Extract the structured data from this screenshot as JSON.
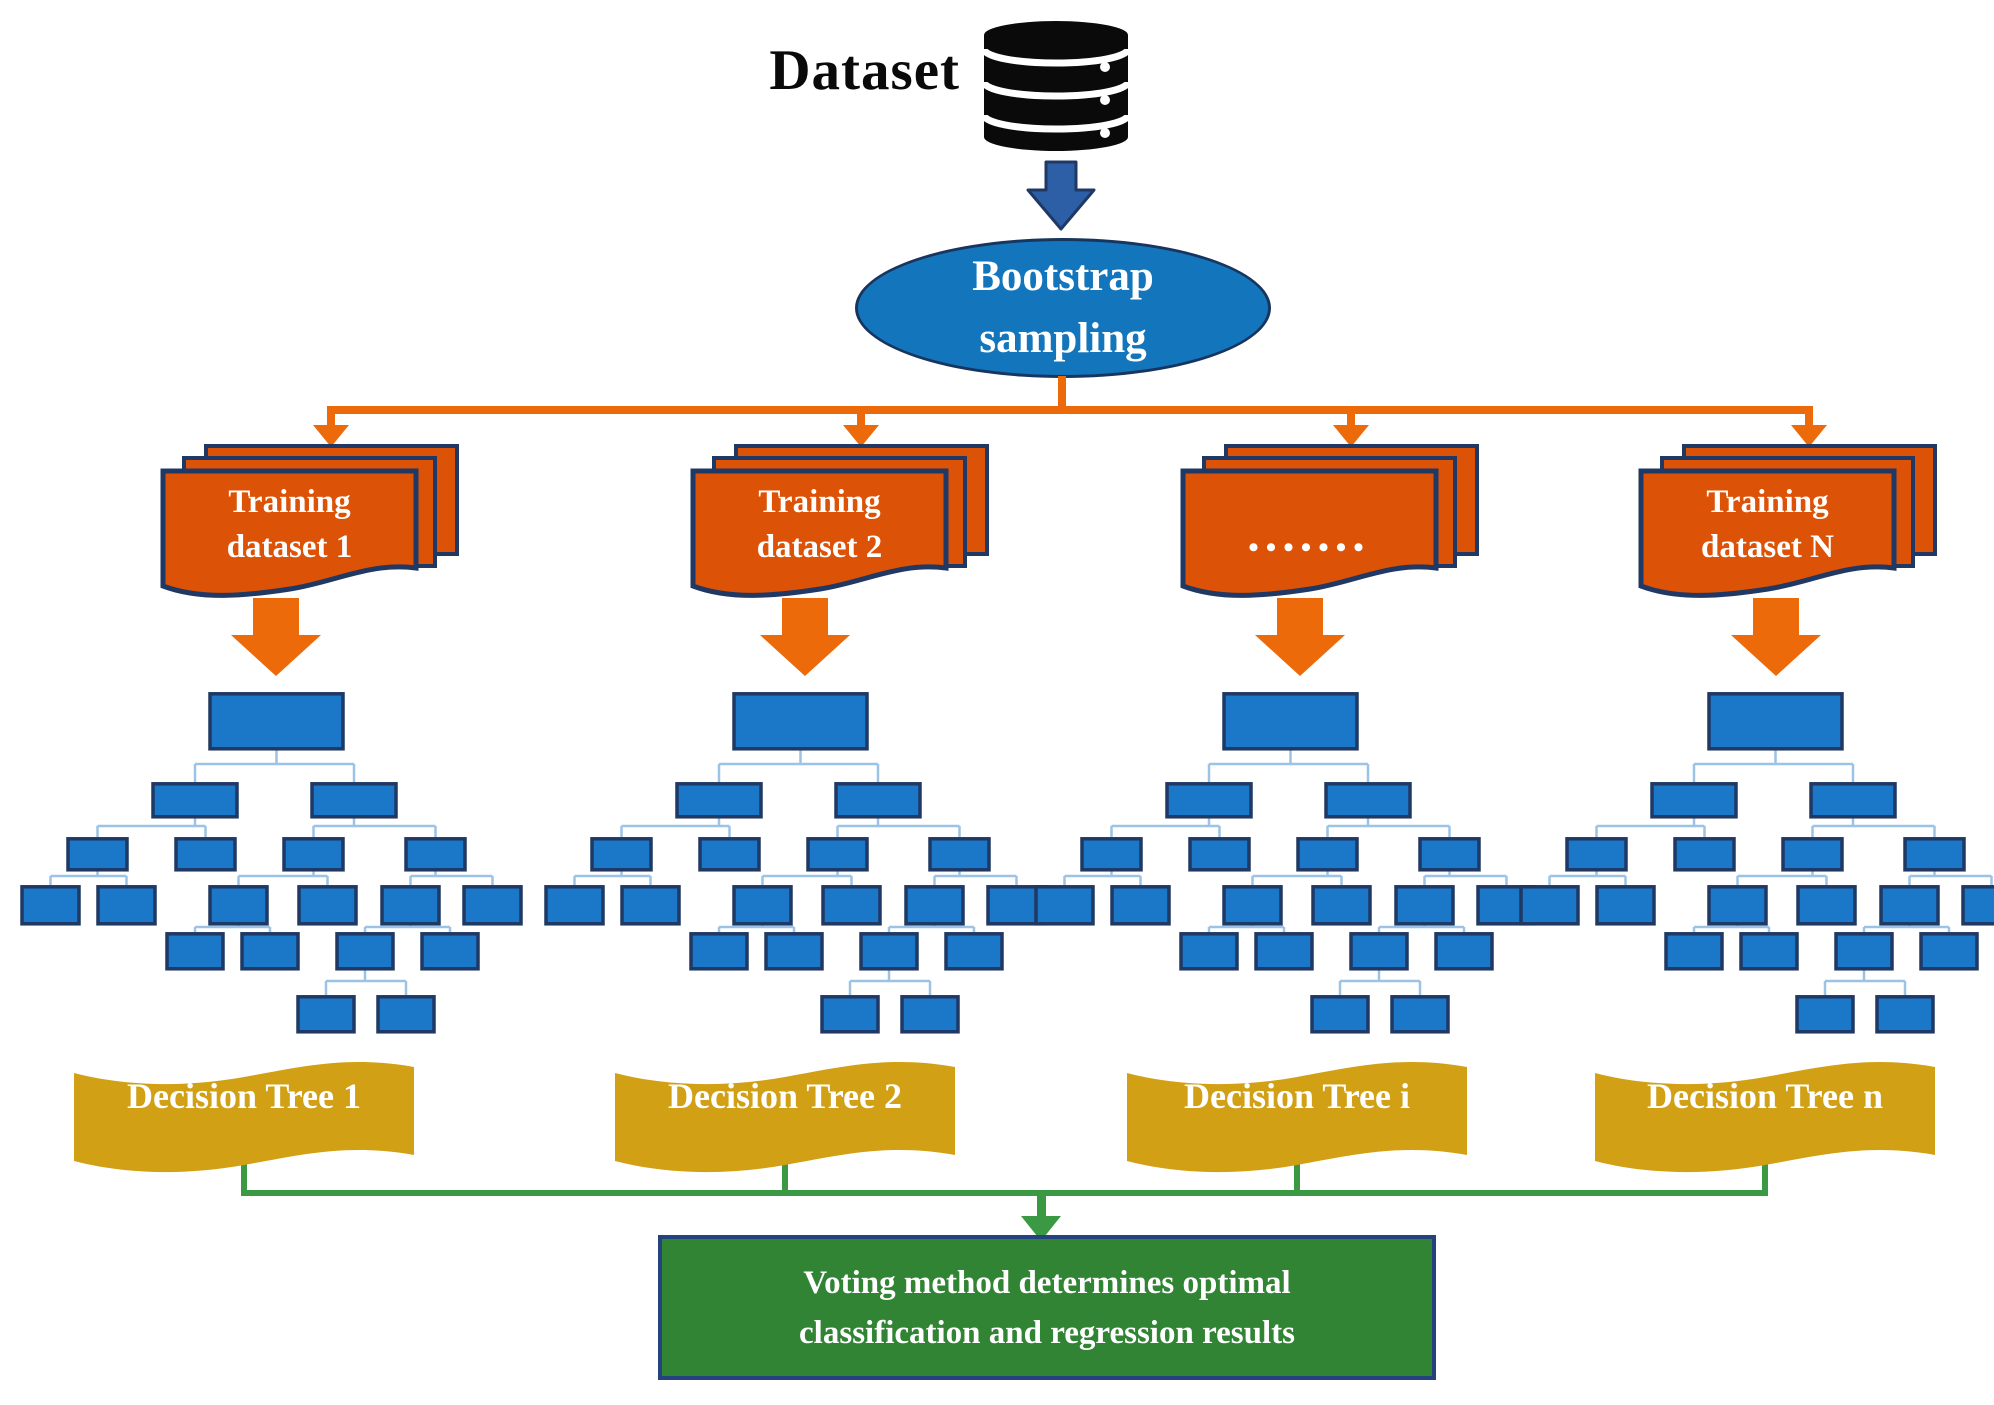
{
  "title": {
    "dataset_label": "Dataset"
  },
  "bootstrap": {
    "line1": "Bootstrap",
    "line2": "sampling"
  },
  "columns": [
    {
      "doc_line1": "Training",
      "doc_line2": "dataset 1",
      "banner_label": "Decision Tree 1"
    },
    {
      "doc_line1": "Training",
      "doc_line2": "dataset 2",
      "banner_label": "Decision Tree 2"
    },
    {
      "doc_line1": "",
      "doc_line2": "•••••••",
      "banner_label": "Decision Tree i"
    },
    {
      "doc_line1": "Training",
      "doc_line2": "dataset N",
      "banner_label": "Decision Tree n"
    }
  ],
  "output_box": {
    "line1": "Voting method determines optimal",
    "line2": "classification and regression results"
  },
  "colors": {
    "navy_border": "#1F3864",
    "document_orange": "#DC5207",
    "connector_orange": "#EC6A09",
    "tree_node_blue": "#1B78C8",
    "tree_edge_blue": "#9CC3E6",
    "ellipse_blue": "#1375BC",
    "dark_blue_arrow": "#2C5FA5",
    "banner_gold": "#D2A015",
    "connector_green": "#3C9943",
    "result_box_green": "#318433",
    "database_black": "#0A0A0A"
  }
}
